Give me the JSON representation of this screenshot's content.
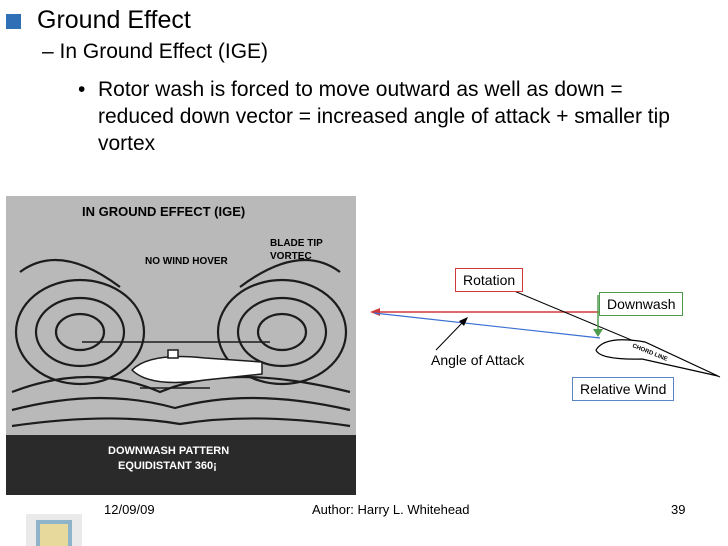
{
  "slide": {
    "heading": "Ground Effect",
    "subheading": "– In Ground Effect (IGE)",
    "bullet_marker": "•",
    "bullet_text": "Rotor wash is forced to move outward as well as down = reduced down vector = increased angle of attack + smaller tip vortex"
  },
  "photo": {
    "title": "IN GROUND EFFECT (IGE)",
    "hover_label": "NO WIND HOVER",
    "vortex_label_1": "BLADE TIP",
    "vortex_label_2": "VORTEC",
    "caption_1": "DOWNWASH PATTERN",
    "caption_2": "EQUIDISTANT 360¡"
  },
  "diagram": {
    "rotation": "Rotation",
    "downwash": "Downwash",
    "angle_of_attack": "Angle of Attack",
    "relative_wind": "Relative Wind",
    "chord_line": "CHORD LINE"
  },
  "footer": {
    "date": "12/09/09",
    "author": "Author:  Harry L. Whitehead",
    "page": "39"
  },
  "colors": {
    "bullet": "#2f6fb6",
    "rotation_border": "#d13a3a",
    "downwash_border": "#4f9a4f",
    "relative_wind_border": "#5b86c5"
  }
}
